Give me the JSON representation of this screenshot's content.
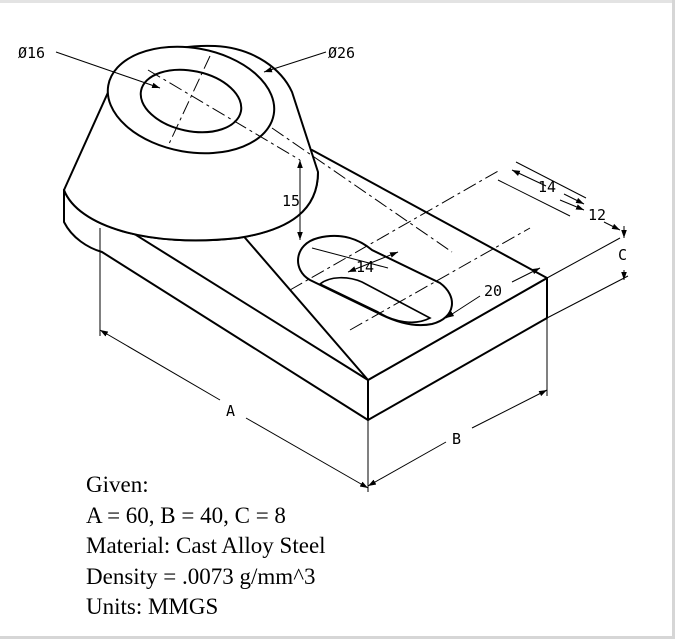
{
  "dimensions": {
    "dia_small": "Ø16",
    "dia_large": "Ø26",
    "height_cone": "15",
    "slot_offset": "14",
    "slot_length": "14",
    "edge_offset": "12",
    "c_label": "C",
    "slot_width": "20",
    "a_label": "A",
    "b_label": "B"
  },
  "given": {
    "heading": "Given:",
    "values": "A = 60, B = 40, C = 8",
    "material": "Material: Cast Alloy Steel",
    "density": "Density = .0073 g/mm^3",
    "units": "Units: MMGS"
  }
}
